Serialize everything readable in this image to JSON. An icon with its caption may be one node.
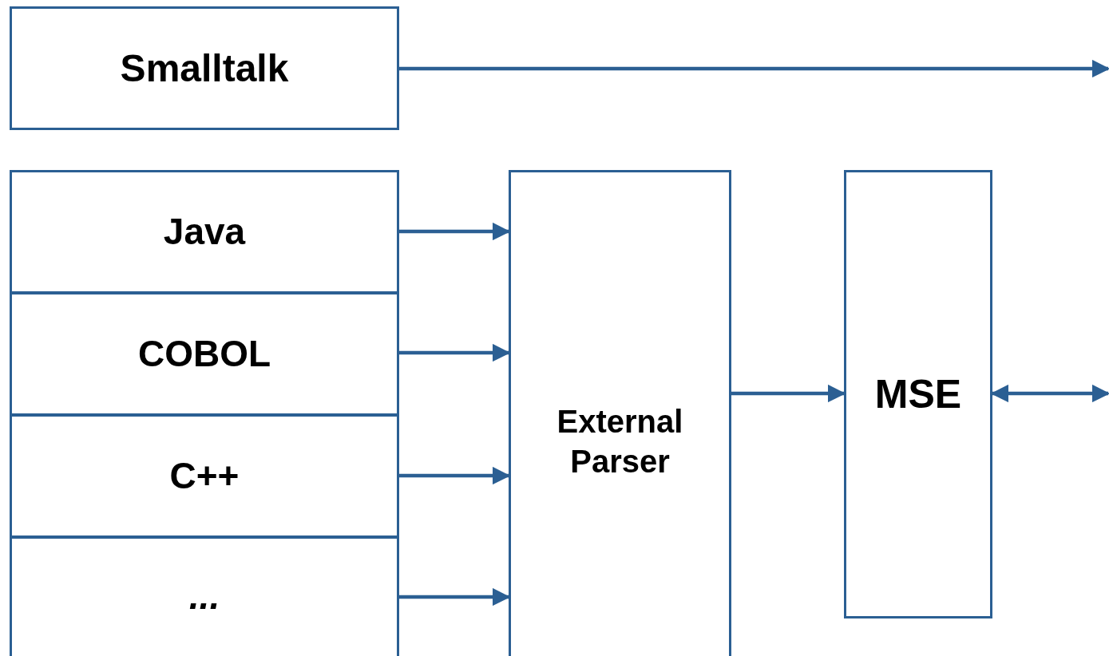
{
  "diagram": {
    "nodes": [
      {
        "text": [
          "Smalltalk"
        ]
      },
      {
        "text": [
          "Java"
        ]
      },
      {
        "text": [
          "COBOL"
        ]
      },
      {
        "text": [
          "C++"
        ]
      },
      {
        "text": [
          "..."
        ]
      },
      {
        "text": [
          "External Parser"
        ]
      },
      {
        "text": [
          "MSE"
        ]
      }
    ],
    "edges": [
      {
        "from": 0,
        "to": null,
        "arrow": "to"
      },
      {
        "from": 1,
        "to": 5,
        "arrow": "to"
      },
      {
        "from": 2,
        "to": 5,
        "arrow": "to"
      },
      {
        "from": 3,
        "to": 5,
        "arrow": "to"
      },
      {
        "from": 4,
        "to": 5,
        "arrow": "to"
      },
      {
        "from": 5,
        "to": 6,
        "arrow": "to"
      },
      {
        "from": 6,
        "to": null,
        "arrow": "both"
      }
    ]
  }
}
